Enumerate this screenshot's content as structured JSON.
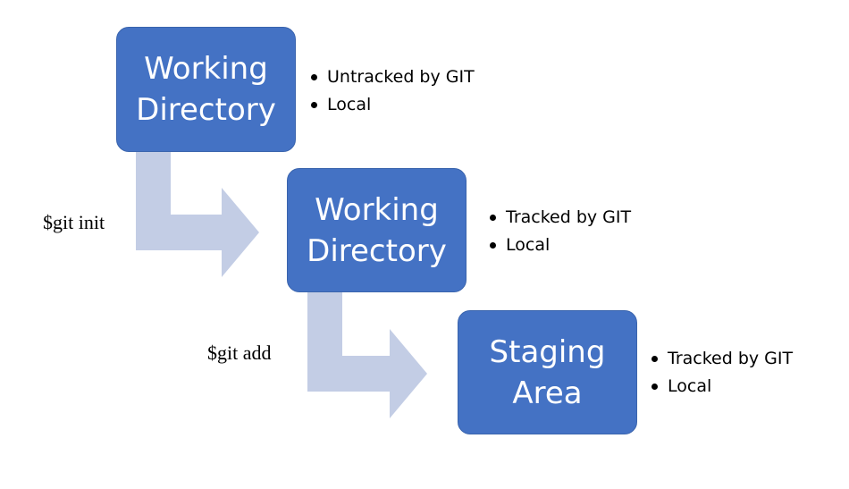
{
  "colors": {
    "box_fill": "#4472c4",
    "arrow_fill": "#c3cde5",
    "box_text": "#ffffff",
    "text": "#000000"
  },
  "nodes": [
    {
      "id": "working-directory-untracked",
      "title_lines": [
        "Working",
        "Directory"
      ],
      "bullets": [
        "Untracked by GIT",
        "Local"
      ]
    },
    {
      "id": "working-directory-tracked",
      "title_lines": [
        "Working",
        "Directory"
      ],
      "bullets": [
        "Tracked by GIT",
        "Local"
      ]
    },
    {
      "id": "staging-area",
      "title_lines": [
        "Staging",
        "Area"
      ],
      "bullets": [
        "Tracked by GIT",
        "Local"
      ]
    }
  ],
  "edges": [
    {
      "from": "working-directory-untracked",
      "to": "working-directory-tracked",
      "label": "$git init"
    },
    {
      "from": "working-directory-tracked",
      "to": "staging-area",
      "label": "$git add"
    }
  ]
}
